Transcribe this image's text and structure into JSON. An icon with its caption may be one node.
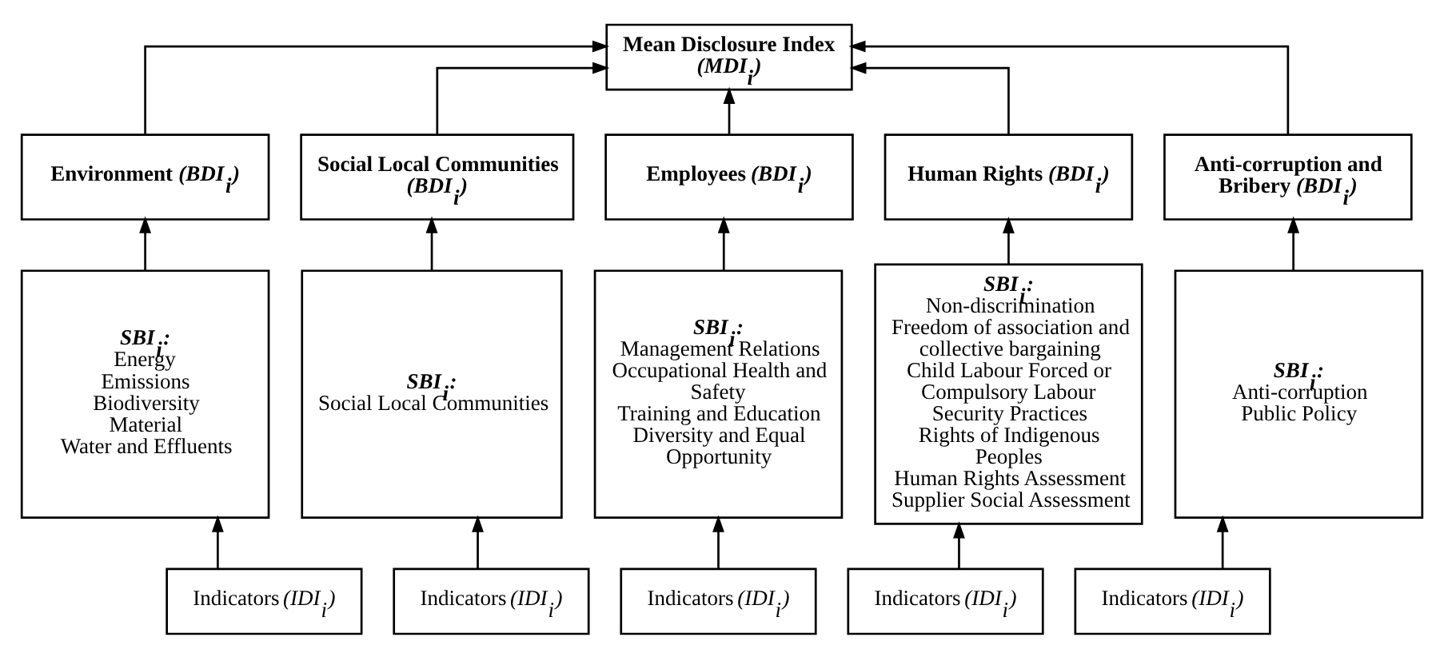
{
  "diagram": {
    "nodes": [
      {
        "text": [
          "Mean Disclosure Index *(MDI$_{i}$)*"
        ]
      },
      {
        "text": [
          "Environment *(BDI$_{i}$)*"
        ]
      },
      {
        "text": [
          "Social Local Communities *(BDI$_{i}$)*"
        ]
      },
      {
        "text": [
          "Employees *(BDI$_{i}$)*"
        ]
      },
      {
        "text": [
          "Human Rights *(BDI$_{i}$)*"
        ]
      },
      {
        "text": [
          "Anti-corruption and Bribery *(BDI$_{i}$)*"
        ]
      },
      {
        "text": [
          "SBI$_{i}$:",
          "Energy",
          "Emissions",
          "Biodiversity",
          "Material",
          "Water and Effluents"
        ]
      },
      {
        "text": [
          "SBI$_{i}$:",
          "Social Local Communities"
        ]
      },
      {
        "text": [
          "SBI$_{i}$:",
          "Management Relations",
          "Occupational Health and Safety",
          "Training and Education",
          "Diversity and Equal Opportunity"
        ]
      },
      {
        "text": [
          "SBI$_{i}$:",
          "Non-discrimination",
          "Freedom of association and collective bargaining",
          "Child Labour Forced or Compulsory Labour",
          "Security Practices",
          "Rights of Indigenous Peoples",
          "Human Rights Assessment",
          "Supplier Social Assessment"
        ]
      },
      {
        "text": [
          "SBI$_{i}$:",
          "Anti-corruption",
          "Public Policy"
        ]
      },
      {
        "text": [
          "Indicators *(IDI$_{i}$)*"
        ]
      },
      {
        "text": [
          "Indicators *(IDI$_{i}$)*"
        ]
      },
      {
        "text": [
          "Indicators *(IDI$_{i}$)*"
        ]
      },
      {
        "text": [
          "Indicators *(IDI$_{i}$)*"
        ]
      },
      {
        "text": [
          "Indicators *(IDI$_{i}$)*"
        ]
      }
    ],
    "edges": [
      {
        "from": 1,
        "to": 0,
        "arrow": "to"
      },
      {
        "from": 2,
        "to": 0,
        "arrow": "to"
      },
      {
        "from": 3,
        "to": 0,
        "arrow": "to"
      },
      {
        "from": 4,
        "to": 0,
        "arrow": "to"
      },
      {
        "from": 5,
        "to": 0,
        "arrow": "to"
      },
      {
        "from": 6,
        "to": 1,
        "arrow": "to"
      },
      {
        "from": 7,
        "to": 2,
        "arrow": "to"
      },
      {
        "from": 8,
        "to": 3,
        "arrow": "to"
      },
      {
        "from": 9,
        "to": 4,
        "arrow": "to"
      },
      {
        "from": 10,
        "to": 5,
        "arrow": "to"
      },
      {
        "from": 11,
        "to": 6,
        "arrow": "to"
      },
      {
        "from": 12,
        "to": 7,
        "arrow": "to"
      },
      {
        "from": 13,
        "to": 8,
        "arrow": "to"
      },
      {
        "from": 14,
        "to": 9,
        "arrow": "to"
      },
      {
        "from": 15,
        "to": 10,
        "arrow": "to"
      }
    ]
  }
}
